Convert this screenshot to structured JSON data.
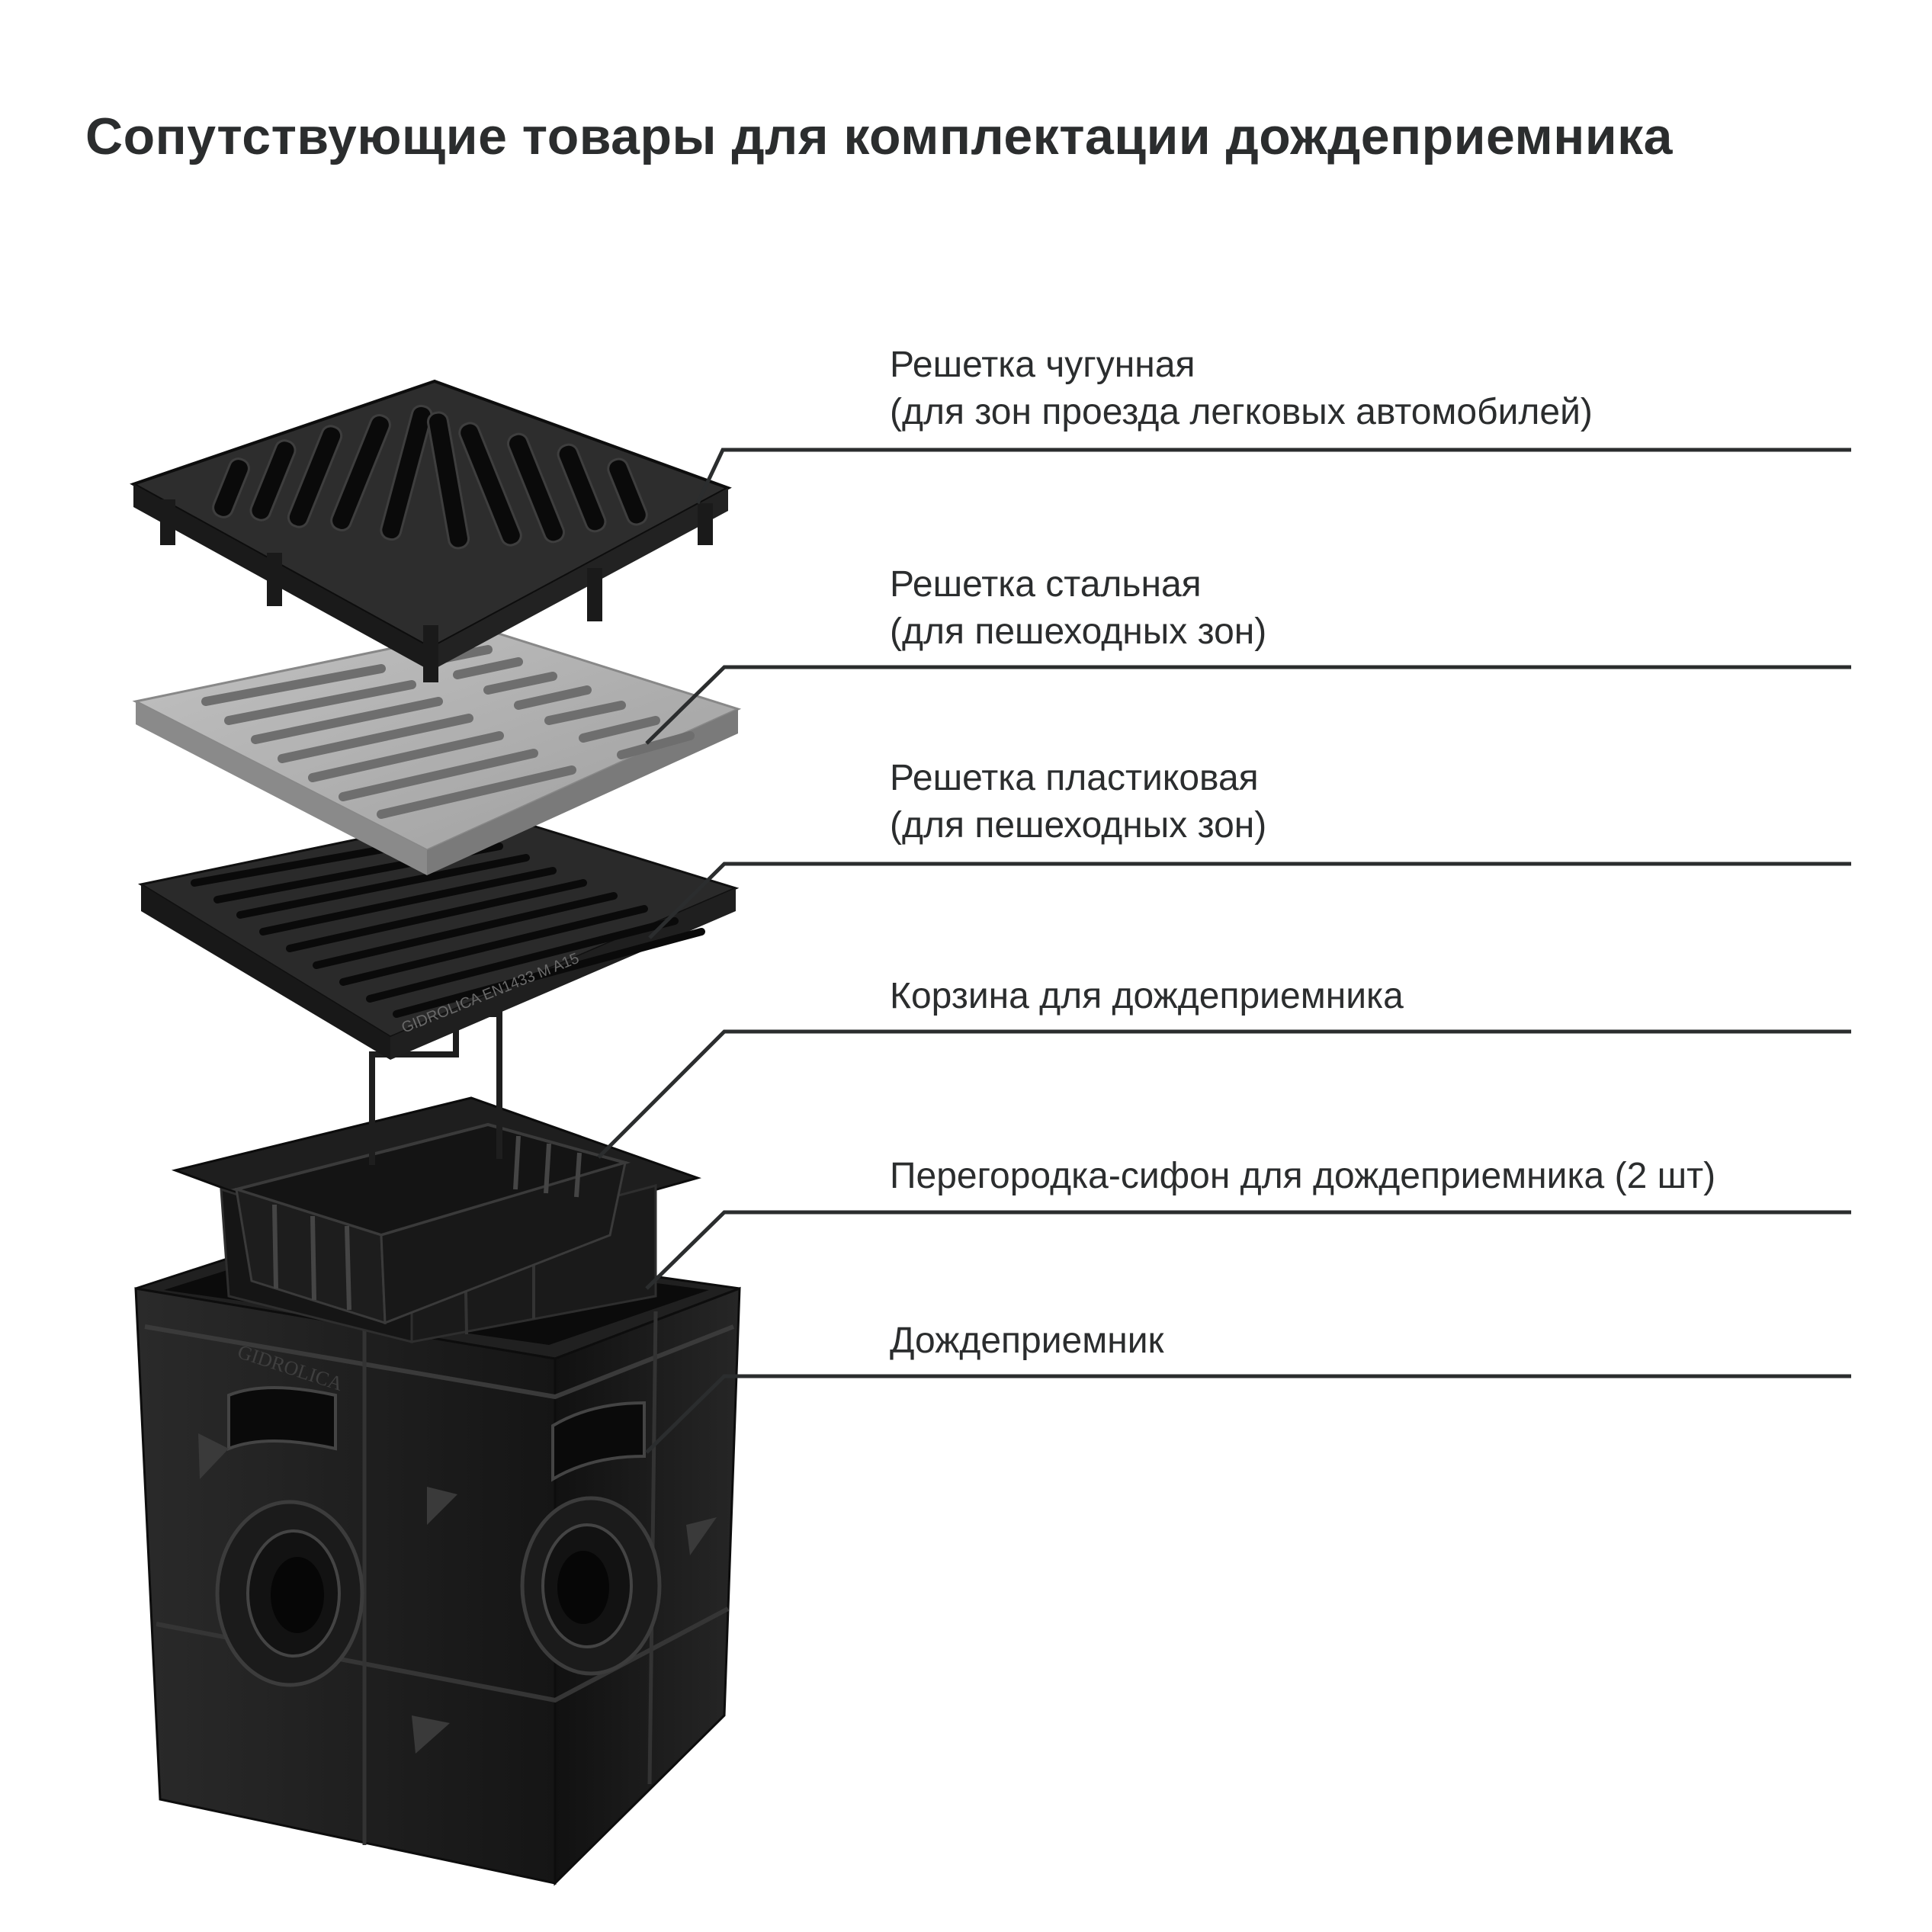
{
  "title": "Сопутствующие товары для комплектации дождеприемника",
  "components": [
    {
      "name": "Решетка чугунная",
      "note": "(для зон проезда легковых автомобилей)"
    },
    {
      "name": "Решетка стальная",
      "note": "(для пешеходных зон)"
    },
    {
      "name": "Решетка пластиковая",
      "note": "(для пешеходных зон)"
    },
    {
      "name": "Корзина для дождеприемника",
      "note": ""
    },
    {
      "name": "Перегородка-сифон для дождеприемника (2 шт)",
      "note": ""
    },
    {
      "name": "Дождеприемник",
      "note": ""
    }
  ],
  "product_markings": {
    "brand": "GIDROLICA",
    "grate_marking": "GIDROLICA EN1433 M A15"
  },
  "colors": {
    "text": "#2b2d2e",
    "leader_lines": "#2b2d2e",
    "cast_iron": "#2a2a2a",
    "steel": "#a9a9a9",
    "plastic": "#222222",
    "box": "#1c1c1c"
  }
}
